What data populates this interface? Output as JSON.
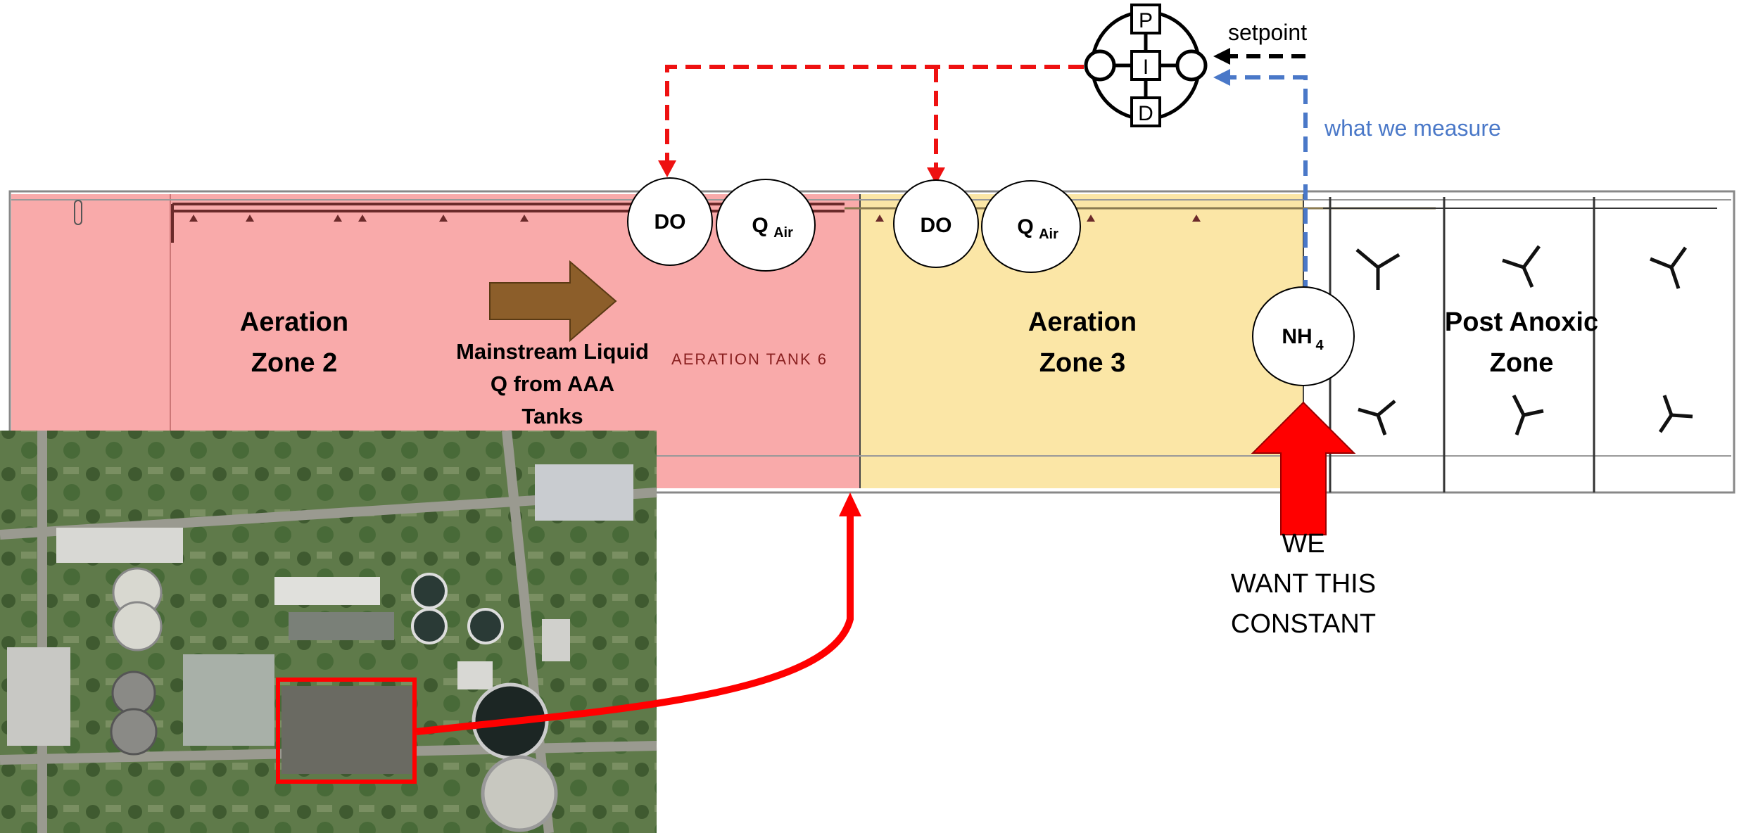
{
  "zones": {
    "zone2": {
      "line1": "Aeration",
      "line2": "Zone 2",
      "color": "#f9aaaa"
    },
    "zone3": {
      "line1": "Aeration",
      "line2": "Zone 3",
      "color": "#fbe6a6"
    },
    "anoxic": {
      "line1": "Post Anoxic",
      "line2": "Zone"
    }
  },
  "tank_label": "AERATION TANK 6",
  "flow": {
    "line1": "Mainstream Liquid",
    "line2": "Q from AAA",
    "line3": "Tanks",
    "arrow_color": "#8c5e2a"
  },
  "instruments": {
    "do_label": "DO",
    "qair_main": "Q",
    "qair_sub": "Air",
    "nh4_main": "NH",
    "nh4_sub": "4"
  },
  "pid": {
    "p": "P",
    "i": "I",
    "d": "D"
  },
  "setpoint_label": "setpoint",
  "measure_label": "what we measure",
  "constant": {
    "line1": "WE",
    "line2": "WANT THIS",
    "line3": "CONSTANT"
  },
  "colors": {
    "control_red": "#ee1111",
    "measure_blue": "#4a78c8",
    "highlight_red": "#ff0000"
  }
}
